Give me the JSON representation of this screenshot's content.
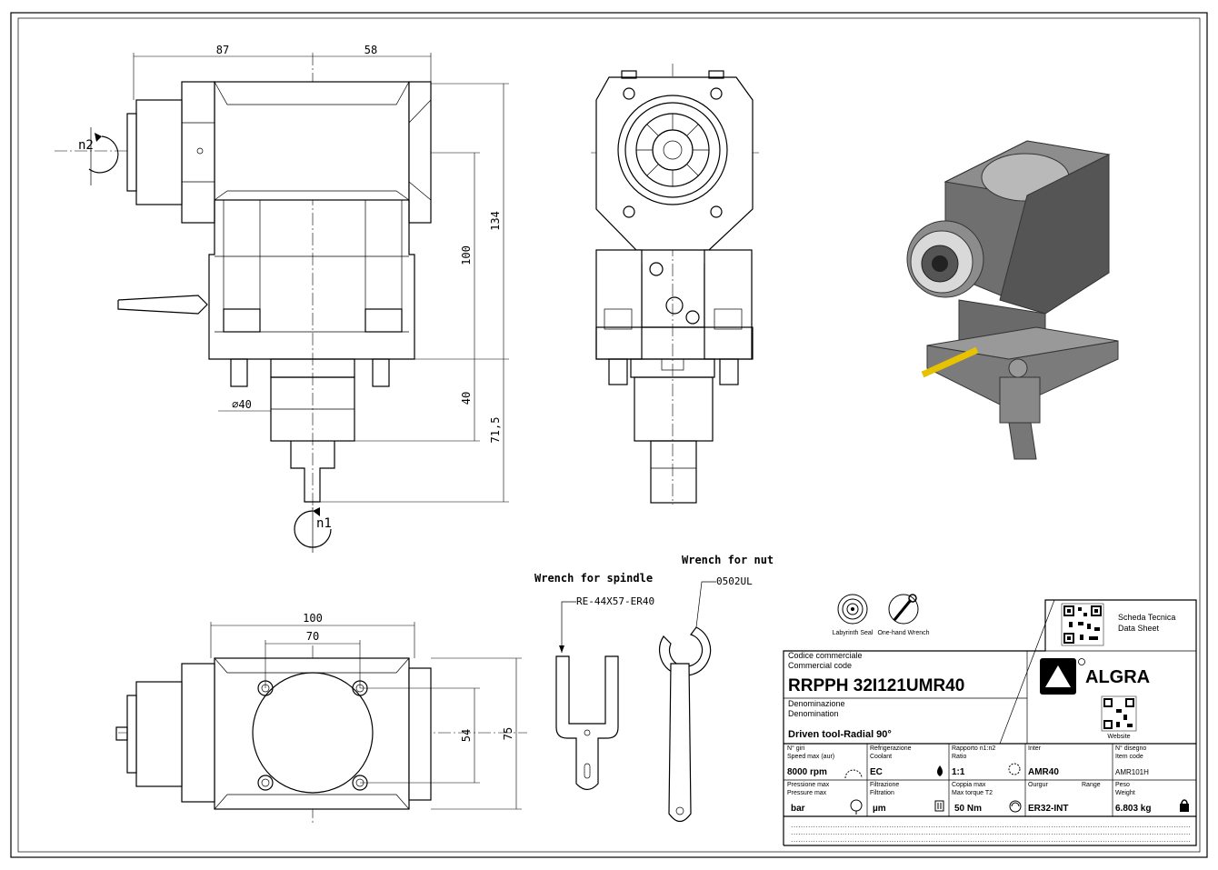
{
  "views": {
    "side": {
      "dim_left": "87",
      "dim_right": "58",
      "dim_height_total": "134",
      "dim_height_body": "100",
      "dim_shank_dia": "∅40",
      "dim_shank_len": "40",
      "dim_total_len": "71,5",
      "label_n2": "n2",
      "label_n1": "n1"
    },
    "bottom": {
      "dim_width": "100",
      "dim_hole_pitch_x": "70",
      "dim_hole_pitch_y": "54",
      "dim_depth": "75"
    },
    "accessories": {
      "spindle_wrench_title": "Wrench for spindle",
      "spindle_wrench_code": "RE-44X57-ER40",
      "nut_wrench_title": "Wrench for nut",
      "nut_wrench_code": "0502UL"
    }
  },
  "title_block": {
    "features": [
      {
        "icon": "labyrinth-seal-icon",
        "label": "Labyrinth Seal"
      },
      {
        "icon": "one-hand-wrench-icon",
        "label": "One-hand Wrench"
      }
    ],
    "qr_datasheet_label_1": "Scheda Tecnica",
    "qr_datasheet_label_2": "Data Sheet",
    "qr_website_label": "Website",
    "commercial_code_label_it": "Codice commerciale",
    "commercial_code_label_en": "Commercial code",
    "commercial_code": "RRPPH 32I121UMR40",
    "brand": "ALGRA",
    "denomination_label_it": "Denominazione",
    "denomination_label_en": "Denomination",
    "denomination": "Driven tool-Radial 90°",
    "specs": [
      {
        "label_it": "N° giri",
        "label_en": "Speed max (aur)",
        "value": "8000 rpm"
      },
      {
        "label_it": "Refrigerazione",
        "label_en": "Coolant",
        "value": "EC"
      },
      {
        "label_it": "Rapporto n1:n2",
        "label_en": "Ratio",
        "value": "1:1"
      },
      {
        "label_it": "Inter",
        "label_en": "",
        "value": "AMR40"
      },
      {
        "label_it": "N° disegno",
        "label_en": "Item code",
        "value": "AMR101H"
      },
      {
        "label_it": "Pressione max",
        "label_en": "Pressure max",
        "value": "bar"
      },
      {
        "label_it": "Filtrazione",
        "label_en": "Filtration",
        "value": "µm"
      },
      {
        "label_it": "Coppia max",
        "label_en": "Max torque T2",
        "value": "50 Nm"
      },
      {
        "label_it": "Ourgur",
        "label_en": "Range",
        "value": "ER32-INT"
      },
      {
        "label_it": "Peso",
        "label_en": "Weight",
        "value": "6.803 kg"
      }
    ],
    "footer_note": "..................................................................................................................................................................."
  }
}
